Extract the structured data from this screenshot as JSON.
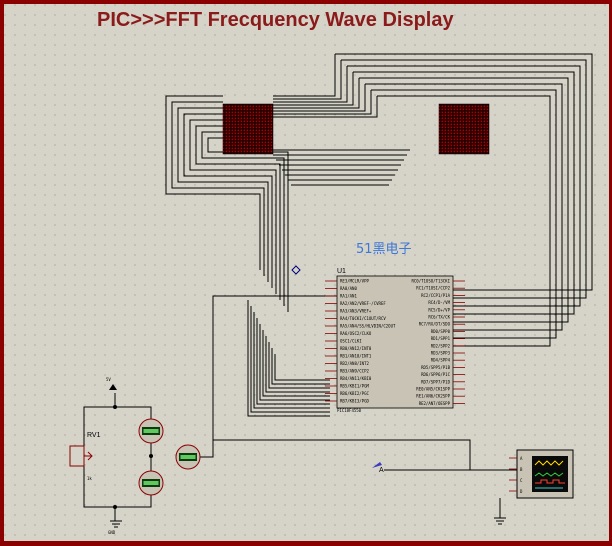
{
  "title": "PIC>>>FFT Frecquency Wave Display",
  "watermark": "51黑电子",
  "colors": {
    "background": "#d6d3c9",
    "title": "#8b1a1a",
    "border": "#8b0000",
    "led_matrix": "#1a0000",
    "led_dot": "#b00000",
    "chip_body": "#c8c3b4",
    "watermark": "#3c78d8"
  },
  "mcu": {
    "ref": "U1",
    "part": "PIC18F4550",
    "left_pins": [
      "RE3/MCLR/VPP",
      "RA0/AN0",
      "RA1/AN1",
      "RA2/AN2/VREF-/CVREF",
      "RA3/AN3/VREF+",
      "RA4/T0CKI/C1OUT/RCV",
      "RA5/AN4/SS/HLVDIN/C2OUT",
      "RA6/OSC2/CLKO",
      "OSC1/CLKI",
      "RB0/AN12/INT0",
      "RB1/AN10/INT1",
      "RB2/AN8/INT2",
      "RB3/AN9/CCP2",
      "RB4/AN11/KBI0",
      "RB5/KBI1/PGM",
      "RB6/KBI2/PGC",
      "RB7/KBI3/PGD"
    ],
    "right_pins": [
      "RC0/T1OSO/T13CKI",
      "RC1/T1OSI/CCP2",
      "RC2/CCP1/P1A",
      "RC4/D-/VM",
      "RC5/D+/VP",
      "RC6/TX/CK",
      "RC7/RX/DT/SDO",
      "RD0/SPP0",
      "RD1/SPP1",
      "RD2/SPP2",
      "RD3/SPP3",
      "RD4/SPP4",
      "RD5/SPP5/P1B",
      "RD6/SPP6/P1C",
      "RD7/SPP7/P1D",
      "RE0/AN5/CK1SPP",
      "RE1/AN6/CK2SPP",
      "RE2/AN7/OESPP"
    ]
  },
  "rv1": {
    "ref": "RV1",
    "value": "1k"
  },
  "power": {
    "vdd": "5V",
    "gnd": "GND"
  },
  "probe": "A",
  "scope_channels": [
    "A",
    "B",
    "C",
    "D"
  ],
  "icons": {
    "led_matrix": "led-matrix-icon",
    "voltmeter": "voltmeter-icon",
    "oscilloscope": "oscilloscope-icon",
    "potentiometer": "potentiometer-icon",
    "ground": "ground-icon",
    "power": "power-terminal-icon"
  }
}
